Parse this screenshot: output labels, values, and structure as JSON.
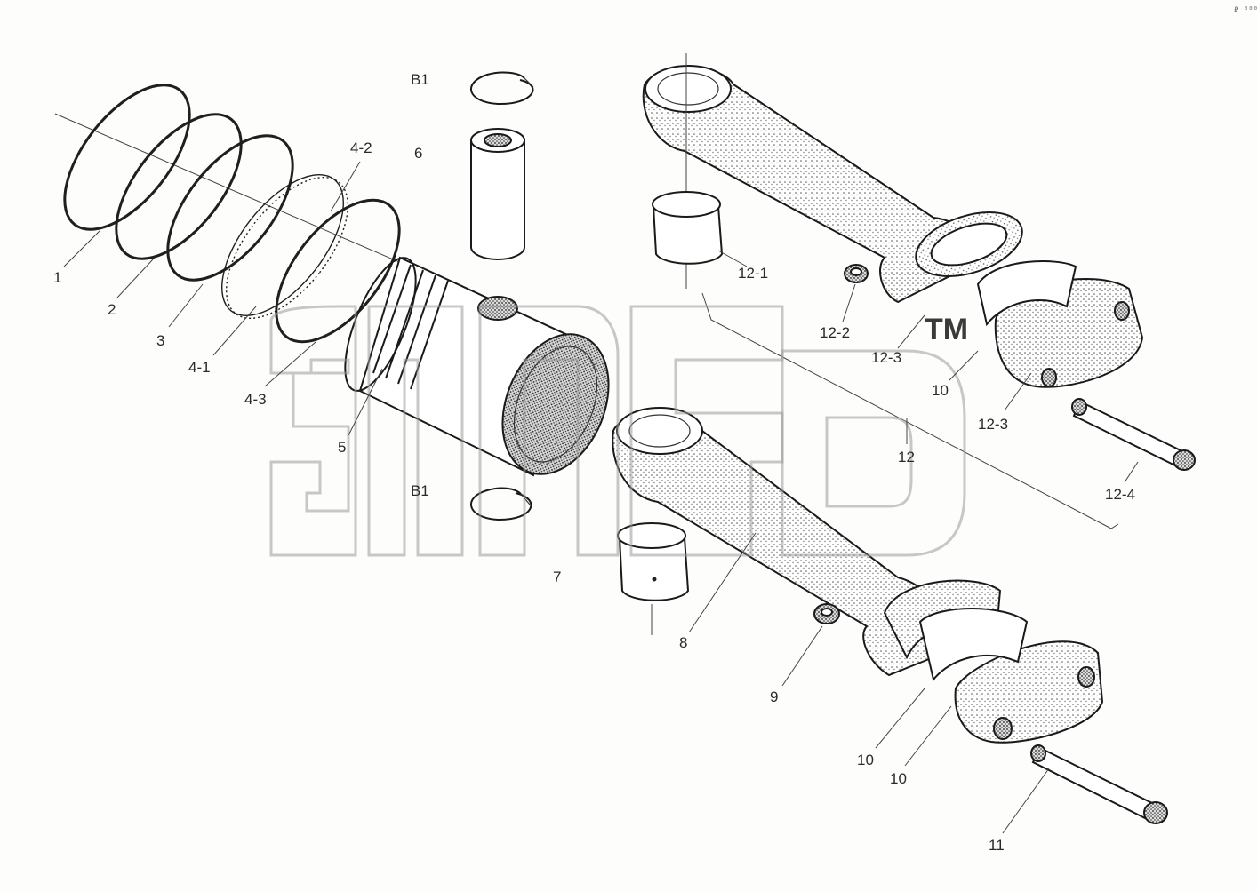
{
  "corner_mark": "₽ ⁰⁰⁰",
  "watermark": {
    "text": "эпсь",
    "trademark": "TM"
  },
  "labels": {
    "ring_1": "1",
    "ring_2": "2",
    "ring_3": "3",
    "ring_4_1": "4-1",
    "ring_4_2": "4-2",
    "ring_4_3": "4-3",
    "piston": "5",
    "pin": "6",
    "bushing": "7",
    "rod": "8",
    "nut": "9",
    "liner_a": "10",
    "liner_b": "10",
    "liner_c": "10",
    "bolt": "11",
    "rod_assembly": "12",
    "assy_bushing": "12-1",
    "assy_nut": "12-2",
    "assy_liner_a": "12-3",
    "assy_liner_b": "12-3",
    "assy_bolt": "12-4",
    "circlip_top": "B1",
    "circlip_bottom": "B1"
  }
}
